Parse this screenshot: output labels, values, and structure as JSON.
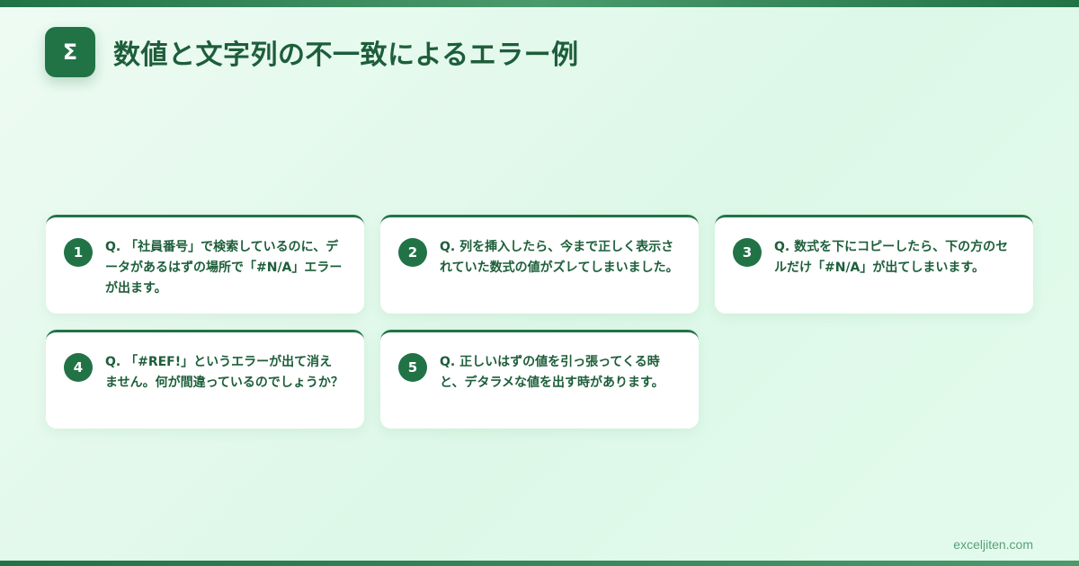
{
  "header": {
    "logo_glyph": "Σ",
    "logo_icon": "sigma-icon",
    "title": "数値と文字列の不一致によるエラー例"
  },
  "cards": [
    {
      "number": "1",
      "question": "Q. 「社員番号」で検索しているのに、データがあるはずの場所で「#N/A」エラーが出ます。"
    },
    {
      "number": "2",
      "question": "Q. 列を挿入したら、今まで正しく表示されていた数式の値がズレてしまいました。"
    },
    {
      "number": "3",
      "question": "Q. 数式を下にコピーしたら、下の方のセルだけ「#N/A」が出てしまいます。"
    },
    {
      "number": "4",
      "question": "Q. 「#REF!」というエラーが出て消えません。何が間違っているのでしょうか？"
    },
    {
      "number": "5",
      "question": "Q. 正しいはずの値を引っ張ってくる時と、デタラメな値を出す時があります。"
    }
  ],
  "footer": {
    "domain": "exceljiten.com"
  },
  "colors": {
    "accent": "#217346",
    "title_text": "#1d5e3a",
    "footer_text": "#5a9e7a",
    "card_bg": "#ffffff"
  }
}
